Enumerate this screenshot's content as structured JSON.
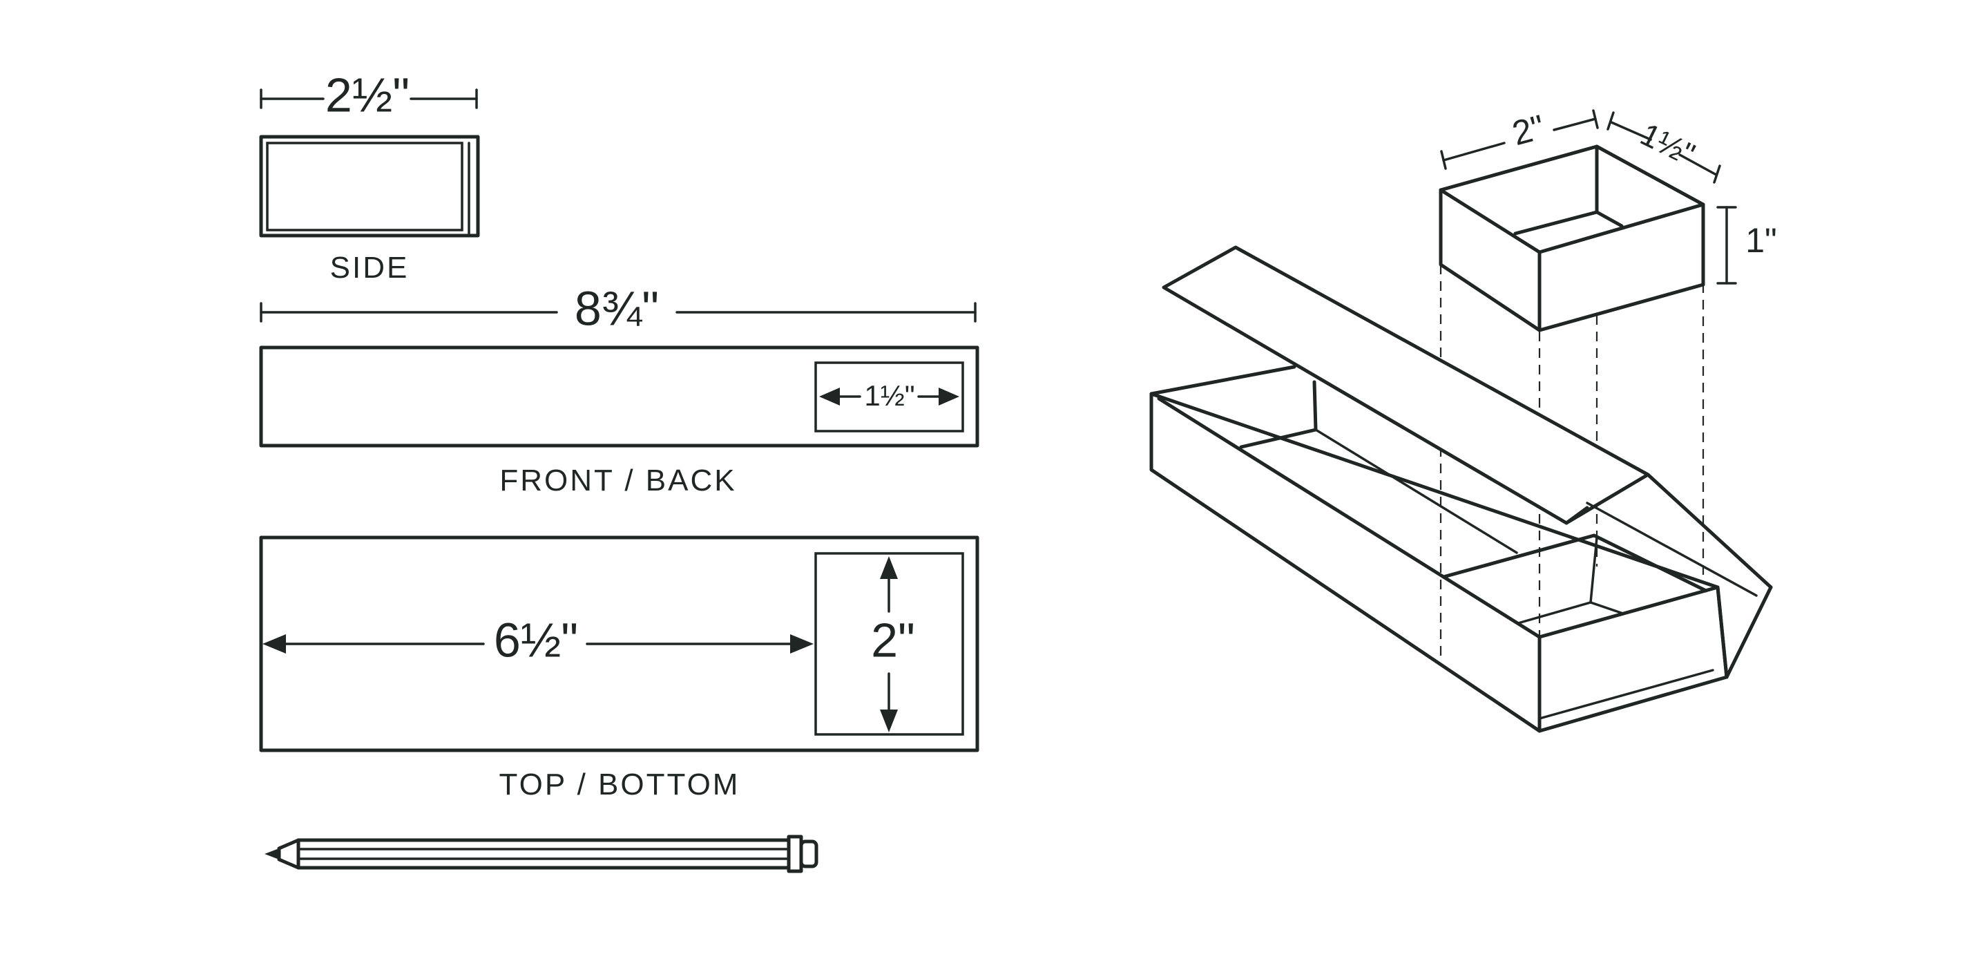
{
  "views": {
    "side": {
      "caption": "SIDE",
      "width_label": "2½\""
    },
    "front_back": {
      "caption": "FRONT / BACK",
      "length_label": "8¾\"",
      "slot_width_label": "1½\""
    },
    "top_bottom": {
      "caption": "TOP / BOTTOM",
      "length_label": "6½\"",
      "compartment_label": "2\""
    }
  },
  "isometric": {
    "insert_length_label": "2\"",
    "insert_width_label": "1½\"",
    "insert_height_label": "1\""
  },
  "icons": {
    "pencil": "pencil-icon"
  },
  "colors": {
    "line": "#1f2624",
    "background": "#ffffff"
  }
}
